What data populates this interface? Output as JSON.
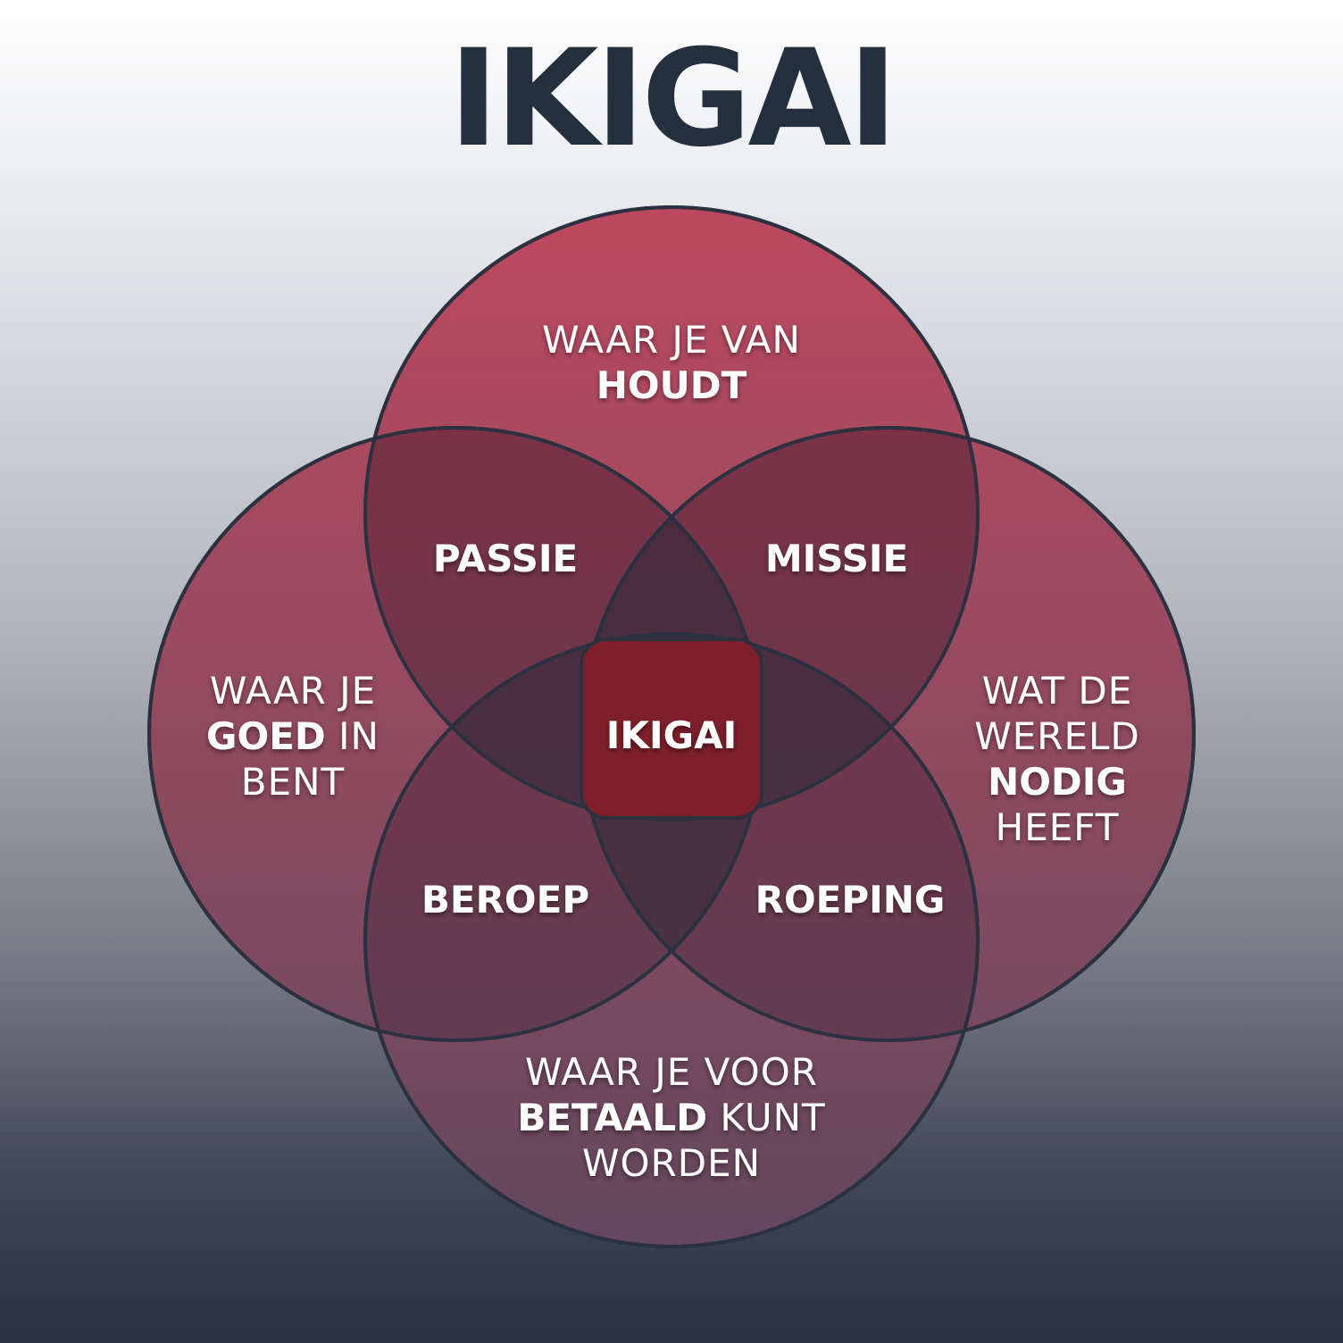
{
  "title": "IKIGAI",
  "colors": {
    "circle_top": "#b52c46",
    "circle_bottom": "#6a4a62",
    "outline": "#2b3140",
    "center_square": "#7e1f2b",
    "title_text": "#25303f",
    "label_text": "#ffffff"
  },
  "circles": {
    "top": {
      "line1": "WAAR JE VAN",
      "bold": "HOUDT"
    },
    "left": {
      "line1": "WAAR JE",
      "bold": "GOED",
      "line2_rest": " IN",
      "line3": "BENT"
    },
    "right": {
      "line1": "WAT DE",
      "line2": "WERELD",
      "bold": "NODIG",
      "line4": "HEEFT"
    },
    "bottom": {
      "line1": "WAAR JE VOOR",
      "bold": "BETAALD",
      "line2_rest": " KUNT",
      "line3": "WORDEN"
    }
  },
  "overlaps": {
    "top_left": "PASSIE",
    "top_right": "MISSIE",
    "bottom_left": "BEROEP",
    "bottom_right": "ROEPING",
    "center": "IKIGAI"
  }
}
